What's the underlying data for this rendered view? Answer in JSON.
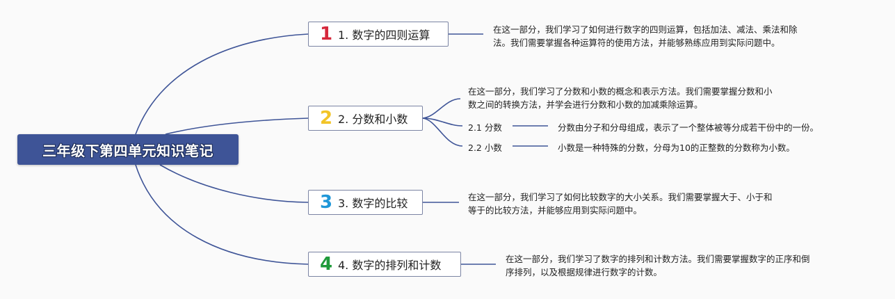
{
  "root": {
    "title": "三年级下第四单元知识笔记"
  },
  "topics": [
    {
      "number": "1",
      "number_color": "#d6283c",
      "label": "1. 数字的四则运算",
      "description": [
        "在这一部分，我们学习了如何进行数字的四则运算，包括加法、减法、乘法和除",
        "法。我们需要掌握各种运算符的使用方法，并能够熟练应用到实际问题中。"
      ]
    },
    {
      "number": "2",
      "number_color": "#f2c428",
      "label": "2. 分数和小数",
      "description": [
        "在这一部分，我们学习了分数和小数的概念和表示方法。我们需要掌握分数和小",
        "数之间的转换方法，并学会进行分数和小数的加减乘除运算。"
      ],
      "subtopics": [
        {
          "label": "2.1 分数",
          "description": "分数由分子和分母组成，表示了一个整体被等分成若干份中的一份。"
        },
        {
          "label": "2.2 小数",
          "description": "小数是一种特殊的分数，分母为10的正整数的分数称为小数。"
        }
      ]
    },
    {
      "number": "3",
      "number_color": "#1f97d8",
      "label": "3. 数字的比较",
      "description": [
        "在这一部分，我们学习了如何比较数字的大小关系。我们需要掌握大于、小于和",
        "等于的比较方法，并能够应用到实际问题中。"
      ]
    },
    {
      "number": "4",
      "number_color": "#1f9a3a",
      "label": "4. 数字的排列和计数",
      "description": [
        "在这一部分，我们学习了数字的排列和计数方法。我们需要掌握数字的正序和倒",
        "序排列，以及根据规律进行数字的计数。"
      ]
    }
  ],
  "colors": {
    "line": "#3e5497",
    "root_bg": "#3e5497",
    "node_border": "#7b84a3"
  }
}
